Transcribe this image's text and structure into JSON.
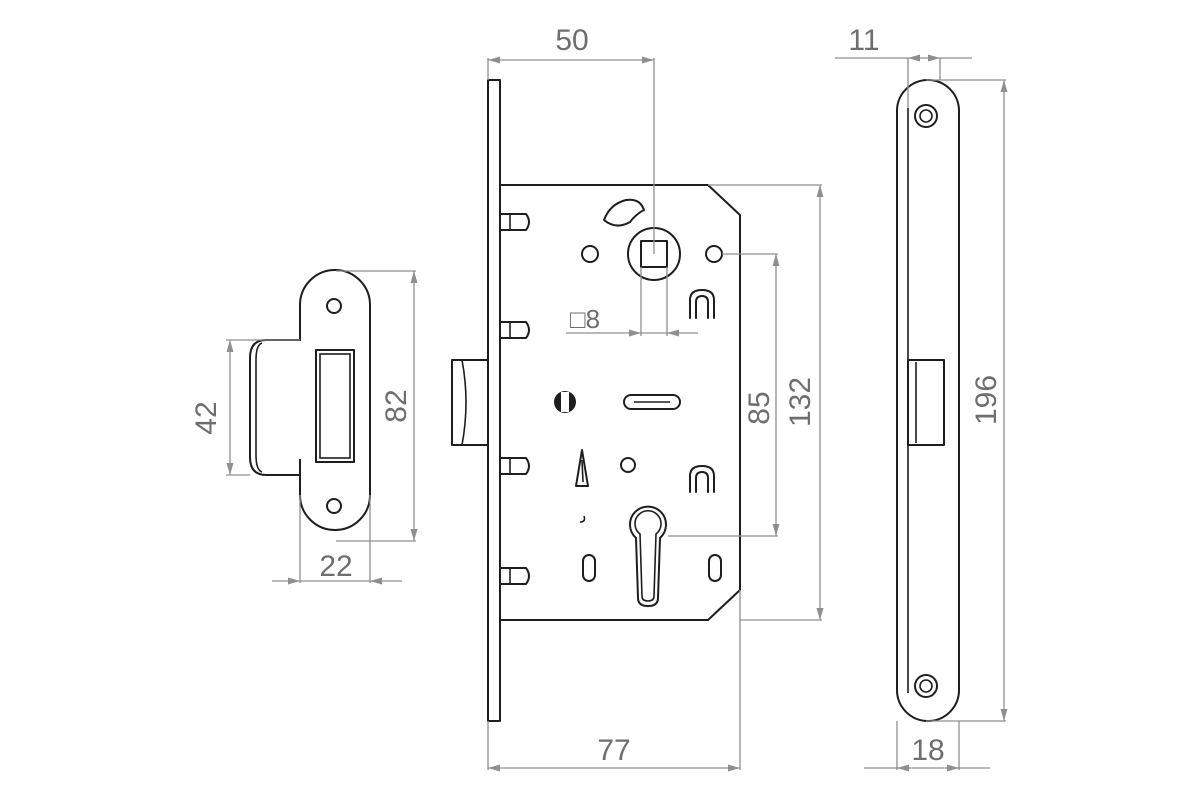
{
  "dimensions": {
    "strike_height": "42",
    "strike_length": "82",
    "strike_depth": "22",
    "backset": "50",
    "spindle": "□8",
    "center_distance": "85",
    "case_height": "132",
    "case_width": "77",
    "faceplate_thickness": "11",
    "faceplate_length": "196",
    "faceplate_width": "18"
  },
  "colors": {
    "line": "#1e1e1e",
    "dimension": "#8f8f8f",
    "label": "#6e6e6e"
  }
}
